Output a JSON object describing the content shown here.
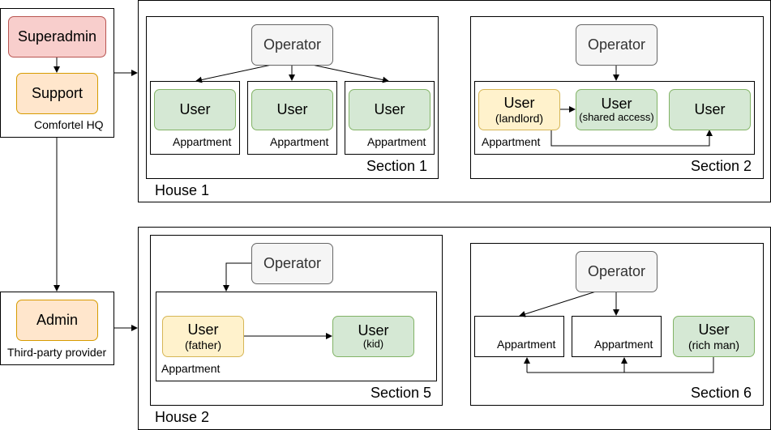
{
  "hq": {
    "superadmin": "Superadmin",
    "support": "Support",
    "label": "Comfortel HQ"
  },
  "provider": {
    "admin": "Admin",
    "label": "Third-party provider"
  },
  "house1": {
    "label": "House 1",
    "section1": {
      "label": "Section 1",
      "operator": "Operator",
      "apartments": [
        {
          "user": "User",
          "label": "Appartment"
        },
        {
          "user": "User",
          "label": "Appartment"
        },
        {
          "user": "User",
          "label": "Appartment"
        }
      ]
    },
    "section2": {
      "label": "Section 2",
      "operator": "Operator",
      "apartment_label": "Appartment",
      "landlord": {
        "user": "User",
        "role": "(landlord)"
      },
      "shared": {
        "user": "User",
        "role": "(shared access)"
      },
      "user3": "User"
    }
  },
  "house2": {
    "label": "House 2",
    "section5": {
      "label": "Section 5",
      "operator": "Operator",
      "apartment_label": "Appartment",
      "father": {
        "user": "User",
        "role": "(father)"
      },
      "kid": {
        "user": "User",
        "role": "(kid)"
      }
    },
    "section6": {
      "label": "Section 6",
      "operator": "Operator",
      "apartments": [
        "Appartment",
        "Appartment"
      ],
      "richman": {
        "user": "User",
        "role": "(rich man)"
      }
    }
  }
}
